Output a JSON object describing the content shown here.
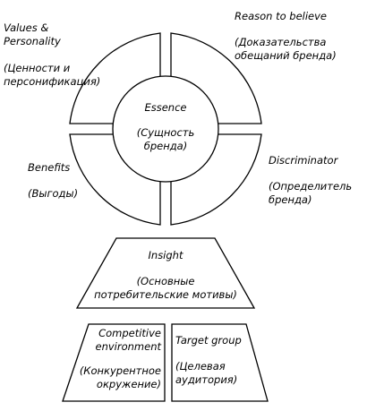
{
  "wheel": {
    "values_personality": {
      "title": [
        "Values &",
        "Personality"
      ],
      "note": [
        "(Ценности и",
        "персонификация)"
      ]
    },
    "reason_to_believe": {
      "title": "Reason to believe",
      "note": [
        "(Доказательства",
        "обещаний бренда)"
      ]
    },
    "benefits": {
      "title": "Benefits",
      "note": "(Выгоды)"
    },
    "discriminator": {
      "title": "Discriminator",
      "note": [
        "(Определитель",
        "бренда)"
      ]
    },
    "essence": {
      "title": "Essence",
      "note": [
        "(Сущность",
        "бренда)"
      ]
    }
  },
  "insight": {
    "title": "Insight",
    "note": [
      "(Основные",
      "потребительские мотивы)"
    ]
  },
  "competitive_environment": {
    "title": [
      "Competitive",
      "environment"
    ],
    "note": [
      "(Конкурентное",
      "окружение)"
    ]
  },
  "target_group": {
    "title": "Target group",
    "note": [
      "(Целевая",
      "аудитория)"
    ]
  }
}
